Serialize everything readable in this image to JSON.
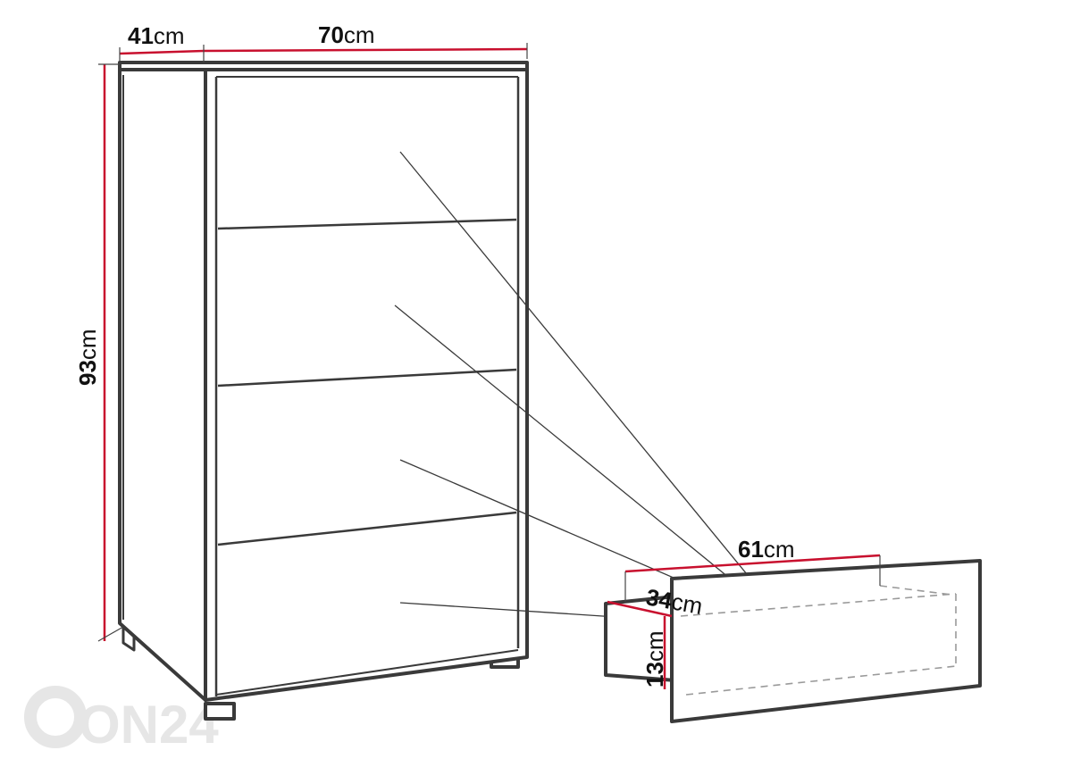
{
  "dimensions": {
    "depth": {
      "value": "41",
      "unit": "cm"
    },
    "width": {
      "value": "70",
      "unit": "cm"
    },
    "height": {
      "value": "93",
      "unit": "cm"
    },
    "drawer_width": {
      "value": "61",
      "unit": "cm"
    },
    "drawer_depth": {
      "value": "34",
      "unit": "cm"
    },
    "drawer_height": {
      "value": "13",
      "unit": "cm"
    }
  },
  "watermark": {
    "text": "ON24"
  },
  "colors": {
    "outline": "#3a3a3a",
    "body": "#ffffff",
    "dimension_line": "#c8102e",
    "text": "#111111",
    "watermark": "#e6e6e6",
    "dashed": "#9a9a9a"
  },
  "drawer_count": 4
}
